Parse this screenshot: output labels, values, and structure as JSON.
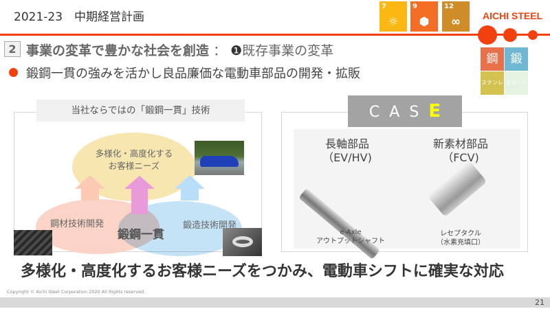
{
  "header": {
    "title": "2021-23　中期経営計画",
    "brand": "AICHI STEEL",
    "brand_color": "#f2400f",
    "sdgs": [
      {
        "number": "7",
        "icon": "sun-power-icon",
        "color": "#fdb713"
      },
      {
        "number": "9",
        "icon": "cubes-icon",
        "color": "#f36d25"
      },
      {
        "number": "12",
        "icon": "infinity-icon",
        "color": "#cf8d2a"
      }
    ]
  },
  "heading": {
    "number": "2",
    "main": "事業の変革で豊かな社会を創造",
    "separator": "：",
    "marker": "❶",
    "sub": "既存事業の変革"
  },
  "bullet": "鍛鋼一貫の強みを活かし良品廉価な電動車部品の開発・拡販",
  "tiles": [
    {
      "label": "鋼",
      "color": "#e8704b"
    },
    {
      "label": "鍛",
      "color": "#6fb7d2"
    },
    {
      "label": "ステンレス",
      "color": "#d3c24f"
    },
    {
      "label": "スマート",
      "color": "#e6f2e2"
    }
  ],
  "left_panel": {
    "label": "当社ならではの「鍛鋼一貫」技術",
    "top_ellipse": [
      "多様化・高度化する",
      "お客様ニーズ"
    ],
    "left_ellipse": "鋼材技術開発",
    "right_ellipse": "鍛造技術開発",
    "center": "鍛鋼一貫"
  },
  "right_panel": {
    "case_letters": "CAS",
    "case_highlight": "E",
    "items": [
      {
        "title": [
          "長軸部品",
          "（EV/HV)"
        ],
        "caption": [
          "e-Axle",
          "アウトプットシャフト"
        ]
      },
      {
        "title": [
          "新素材部品",
          "（FCV)"
        ],
        "caption": [
          "レセプタクル",
          "（水素充填口）"
        ]
      }
    ]
  },
  "conclusion": "多様化・高度化するお客様ニーズをつかみ、電動車シフトに確実な対応",
  "footer": {
    "copyright": "Copyright © Aichi Steel Corporation 2020 All Rights reserved.",
    "page": "21"
  }
}
